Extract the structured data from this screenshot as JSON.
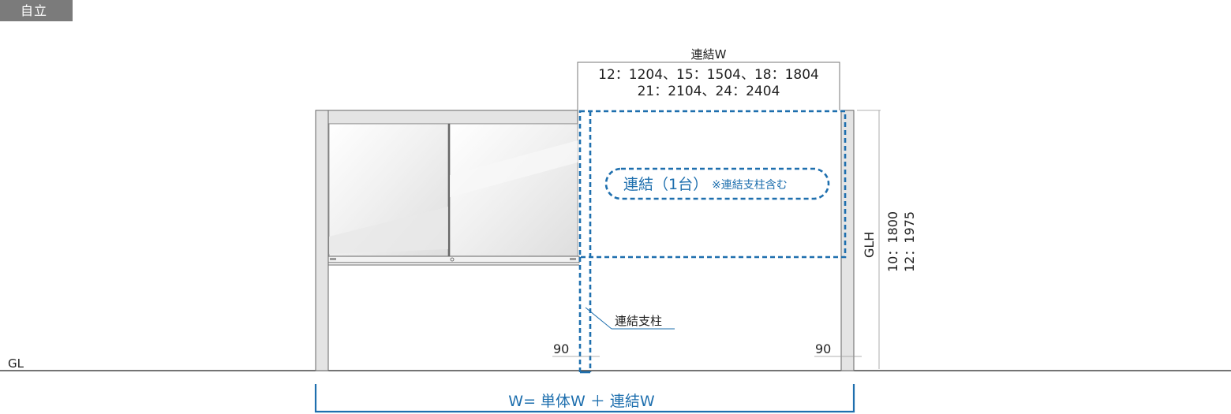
{
  "tag": "自立",
  "labels": {
    "connection_w_title": "連結W",
    "connection_w_line1": "12：1204、15：1504、18：1804",
    "connection_w_line2": "21：2104、24：2404",
    "connection_unit": "連結（1台）",
    "connection_note": "※連結支柱含む",
    "connection_post": "連結支柱",
    "gl": "GL",
    "glh": "GLH",
    "height_line1": "10：1800",
    "height_line2": "12：1975",
    "post_width_left": "90",
    "post_width_right": "90",
    "total_width": "W= 単体W ＋ 連結W"
  },
  "colors": {
    "accent_blue": "#1e6fae",
    "frame_fill": "#e4e4e4",
    "frame_stroke": "#666666",
    "tag_bg": "#7b7b7b"
  }
}
